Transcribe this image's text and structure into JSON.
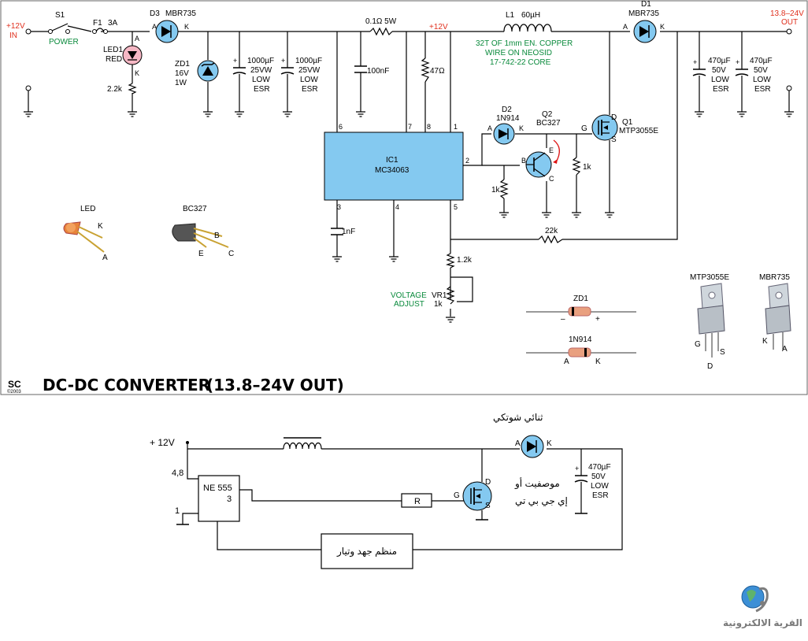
{
  "top": {
    "title": "DC-DC CONVERTER",
    "title_range": "(13.8–24V OUT)",
    "logo": "SC",
    "copyright": "©2003",
    "in_label_1": "+12V",
    "in_label_2": "IN",
    "out_label_1": "13.8–24V",
    "out_label_2": "OUT",
    "s1": "S1",
    "power": "POWER",
    "f1": "F1",
    "f1_rating": "3A",
    "d3": "D3",
    "d3_part": "MBR735",
    "led1": "LED1",
    "led1_color": "RED",
    "led_r": "2.2k",
    "zd1": "ZD1",
    "zd1_v": "16V",
    "zd1_w": "1W",
    "cap1_v": "1000µF",
    "cap1_r": "25VW",
    "cap1_low": "LOW",
    "cap1_esr": "ESR",
    "rsense": "0.1Ω 5W",
    "c100n": "100nF",
    "r47": "47Ω",
    "plus12": "+12V",
    "l1": "L1",
    "l1_val": "60µH",
    "l1_note1": "32T OF 1mm EN. COPPER",
    "l1_note2": "WIRE ON NEOSID",
    "l1_note3": "17-742-22 CORE",
    "d1": "D1",
    "d1_part": "MBR735",
    "cout_v": "470µF",
    "cout_r": "50V",
    "cout_low": "LOW",
    "cout_esr": "ESR",
    "ic1": "IC1",
    "ic1_part": "MC34063",
    "pin6": "6",
    "pin7": "7",
    "pin8": "8",
    "pin1": "1",
    "pin2": "2",
    "pin3": "3",
    "pin4": "4",
    "pin5": "5",
    "d2": "D2",
    "d2_part": "1N914",
    "q2": "Q2",
    "q2_part": "BC327",
    "q1": "Q1",
    "q1_part": "MTP3055E",
    "r1k_a": "1k",
    "r1k_b": "1k",
    "c1n": "1nF",
    "r22k": "22k",
    "r12k": "1.2k",
    "vadj1": "VOLTAGE",
    "vadj2": "ADJUST",
    "vr1": "VR1",
    "vr1_val": "1k",
    "led_pin_title": "LED",
    "bc327_pin_title": "BC327",
    "zd1_pin_title": "ZD1",
    "n914_pin_title": "1N914",
    "mtp_pin_title": "MTP3055E",
    "mbr_pin_title": "MBR735",
    "pin_A": "A",
    "pin_K": "K",
    "pin_B": "B",
    "pin_E": "E",
    "pin_C": "C",
    "pin_G": "G",
    "pin_D": "D",
    "pin_S": "S",
    "minus": "–",
    "plus": "+"
  },
  "bottom": {
    "plus12v": "+ 12V",
    "pin48": "4,8",
    "pin1": "1",
    "ne555": "NE 555",
    "pin3": "3",
    "resistor": "R",
    "mosfet_note1": "موصفيت أو",
    "mosfet_note2": "إي جي بي تي",
    "diode_note": "ثنائي شوتكي",
    "cap_v": "470µF",
    "cap_r": "50V",
    "cap_low": "LOW",
    "cap_esr": "ESR",
    "regulator": "منظم جهد وتيار",
    "brand": "القرية الالكترونية"
  },
  "colors": {
    "component_blue": "#84c9f0",
    "label_green": "#0a8a3c",
    "label_red": "#e0301e"
  }
}
